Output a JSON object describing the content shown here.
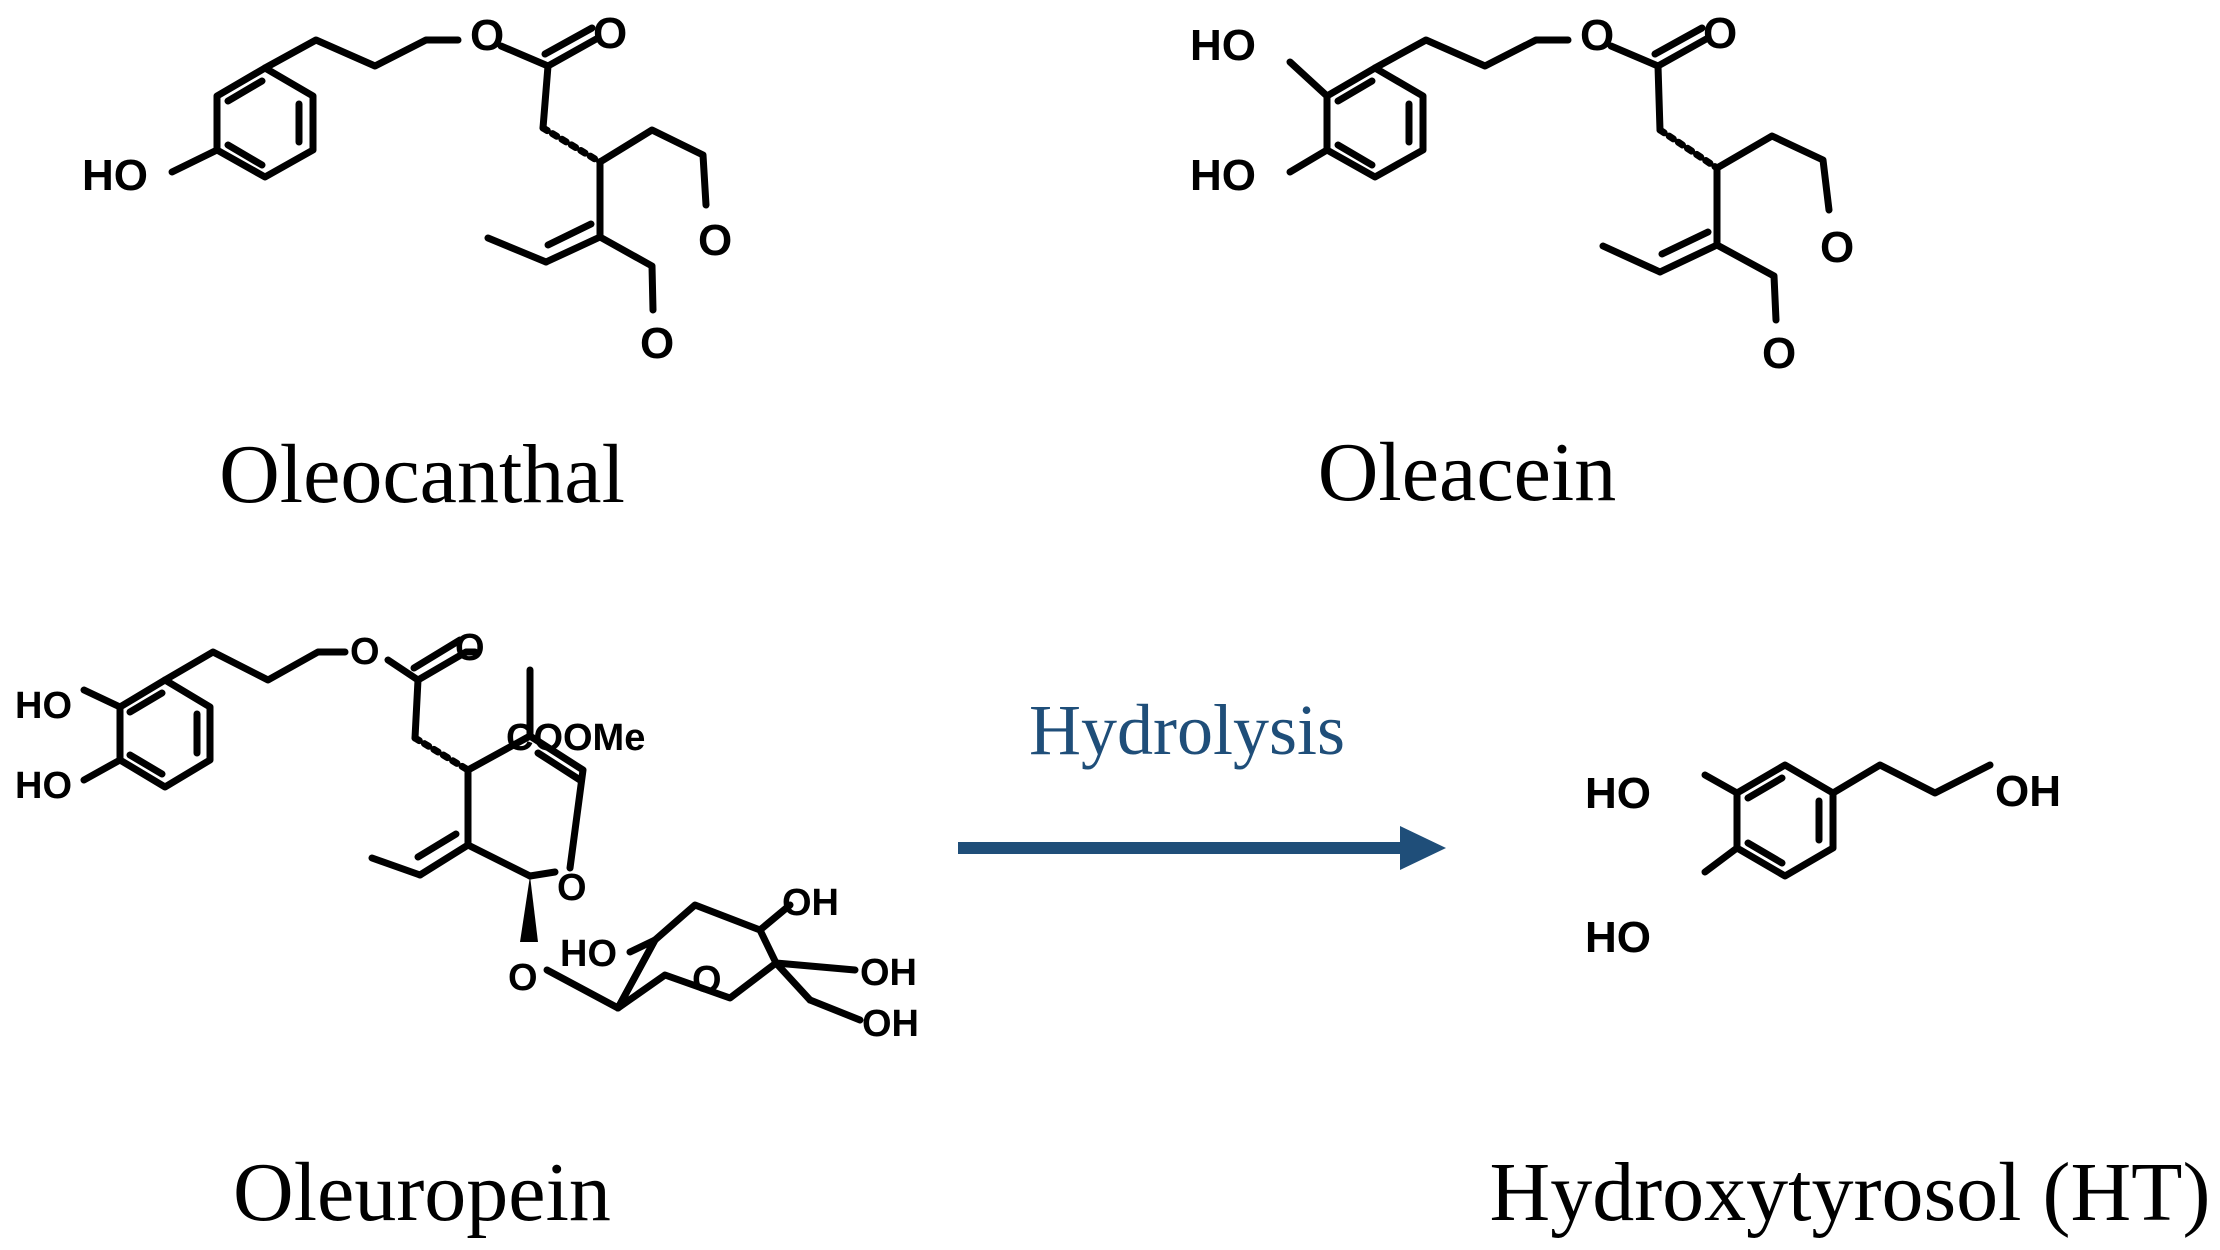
{
  "colors": {
    "arrow": "#1f4e79",
    "structure": "#000000",
    "background": "#ffffff"
  },
  "compounds": {
    "oleocanthal": {
      "name": "Oleocanthal",
      "atoms": {
        "ester_o": "O",
        "carbonyl_o": "O",
        "aldehyde_o1": "O",
        "aldehyde_o2": "O",
        "hydroxyl": "HO"
      }
    },
    "oleacein": {
      "name": "Oleacein",
      "atoms": {
        "hydroxyl_top": "HO",
        "hydroxyl_bottom": "HO",
        "ester_o": "O",
        "carbonyl_o": "O",
        "aldehyde_o1": "O",
        "aldehyde_o2": "O"
      }
    },
    "oleuropein": {
      "name": "Oleuropein",
      "atoms": {
        "hydroxyl_top": "HO",
        "hydroxyl_bottom": "HO",
        "ester_o": "O",
        "carbonyl_o": "O",
        "ester_group": "COOMe",
        "ring_o": "O",
        "glycosidic_o": "O",
        "sugar_ring_o": "O",
        "sugar_oh_top": "OH",
        "sugar_ho_left": "HO",
        "sugar_oh_right": "OH",
        "sugar_oh_ch2": "OH"
      }
    },
    "hydroxytyrosol": {
      "name": "Hydroxytyrosol (HT)",
      "atoms": {
        "hydroxyl_top": "HO",
        "hydroxyl_bottom": "HO",
        "alcohol_oh": "OH"
      }
    }
  },
  "reaction": {
    "label": "Hydrolysis"
  }
}
